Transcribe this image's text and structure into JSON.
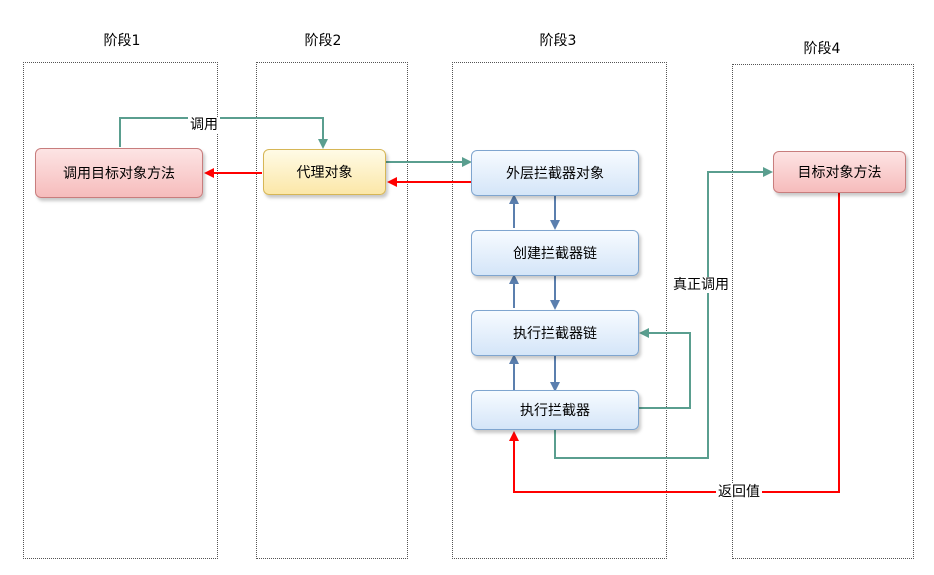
{
  "stages": [
    {
      "title": "阶段1"
    },
    {
      "title": "阶段2"
    },
    {
      "title": "阶段3"
    },
    {
      "title": "阶段4"
    }
  ],
  "nodes": {
    "call_target_method": "调用目标对象方法",
    "proxy_object": "代理对象",
    "outer_interceptor_object": "外层拦截器对象",
    "create_interceptor_chain": "创建拦截器链",
    "execute_interceptor_chain": "执行拦截器链",
    "execute_interceptor": "执行拦截器",
    "target_method": "目标对象方法"
  },
  "edge_labels": {
    "invoke": "调用",
    "real_invoke": "真正调用",
    "return_value": "返回值"
  },
  "colors": {
    "teal": "#5a9e8f",
    "red": "#ff0000",
    "blue": "#5b7fae"
  }
}
